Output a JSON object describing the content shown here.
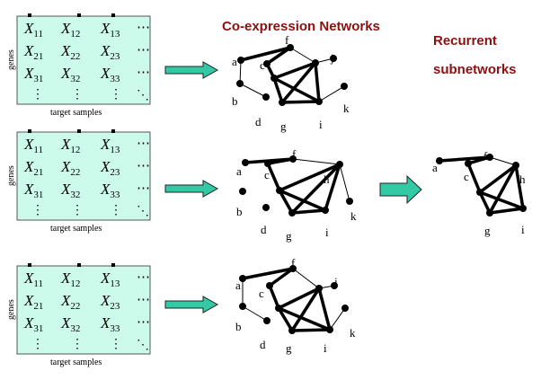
{
  "titles": {
    "coexpression": "Co-expression Networks",
    "recurrent_line1": "Recurrent",
    "recurrent_line2": "subnetworks"
  },
  "matrix": {
    "row_axis_label": "genes",
    "column_axis_label": "target samples",
    "cells": [
      [
        "11",
        "12",
        "13"
      ],
      [
        "21",
        "22",
        "23"
      ],
      [
        "31",
        "32",
        "33"
      ]
    ],
    "variable": "X",
    "ellipsis_h": "⋯",
    "ellipsis_v": "⋮",
    "ellipsis_d": "⋱"
  },
  "node_labels": {
    "a": "a",
    "b": "b",
    "c": "c",
    "d": "d",
    "f": "f",
    "g": "g",
    "h": "h",
    "i": "i",
    "j": "j",
    "k": "k"
  },
  "colors": {
    "matrix_fill": "#ccfbec",
    "arrow_fill": "#33c9a5",
    "title_color": "#8b1111"
  }
}
